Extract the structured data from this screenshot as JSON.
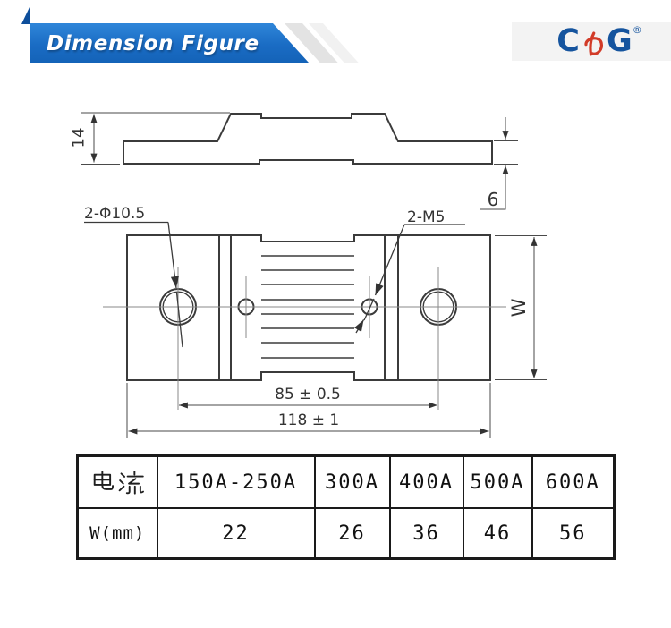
{
  "header": {
    "banner_title": "Dimension Figure",
    "logo": {
      "c": "C",
      "no": "の",
      "g": "G",
      "registered": "®"
    }
  },
  "colors": {
    "banner_blue_top": "#2f86d9",
    "banner_blue_bottom": "#1463b8",
    "banner_accent_dark": "#0d4e9b",
    "logo_blue": "#15549e",
    "logo_red": "#d23b28",
    "drawing_line": "#3b3b3b"
  },
  "drawing": {
    "side_view": {
      "height_dim": "14",
      "tab_thickness_dim": "6"
    },
    "top_view": {
      "holes_label": "2-Φ10.5",
      "screws_label": "2-M5",
      "width_dim": "W",
      "hole_pitch_dim": "85 ± 0.5",
      "overall_length_dim": "118 ± 1"
    }
  },
  "spec_table": {
    "current_header": "电流",
    "width_header": "W(mm)",
    "columns": [
      {
        "current": "150A-250A",
        "width_mm": "22"
      },
      {
        "current": "300A",
        "width_mm": "26"
      },
      {
        "current": "400A",
        "width_mm": "36"
      },
      {
        "current": "500A",
        "width_mm": "46"
      },
      {
        "current": "600A",
        "width_mm": "56"
      }
    ]
  }
}
